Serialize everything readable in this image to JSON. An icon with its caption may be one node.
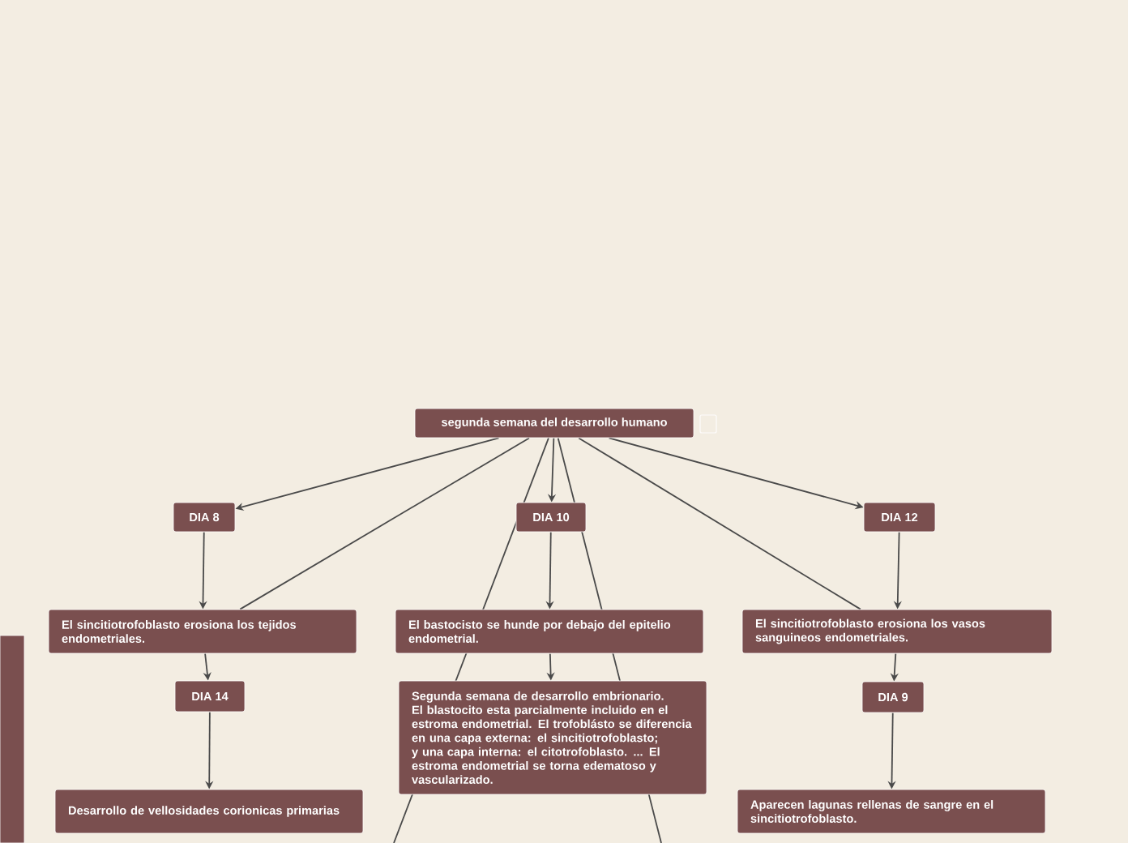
{
  "diagram": {
    "nodes": [
      {
        "text": [
          "segunda semana del desarrollo humano"
        ]
      },
      {
        "text": [
          "DIA 8"
        ]
      },
      {
        "text": [
          "DIA 10"
        ]
      },
      {
        "text": [
          "DIA 12"
        ]
      },
      {
        "text": [
          "El sincitiotrofoblasto erosiona los tejidos endometriales."
        ]
      },
      {
        "text": [
          "El bastocisto se hunde por debajo del epitelio endometrial."
        ]
      },
      {
        "text": [
          "El sincitiotrofoblasto erosiona los vasos sanguineos endometriales."
        ]
      },
      {
        "text": [
          "DIA 14"
        ]
      },
      {
        "text": [
          "Segunda semana de desarrollo embrionario. El blastocito esta parcialmente incluido en el estroma endometrial. El trofoblásto se diferencia en una capa externa: el sincitiotrofoblasto; y una capa interna: el citotrofoblasto. ... El estroma endometrial se torna edematoso y vascularizado."
        ]
      },
      {
        "text": [
          "DIA 9"
        ]
      },
      {
        "text": [
          "Desarrollo de vellosidades corionicas primarias"
        ]
      },
      {
        "text": [
          "Aparecen lagunas rellenas de sangre en el sincitiotrofoblasto."
        ]
      },
      {
        "text": [],
        "shape": "box"
      }
    ],
    "edges": [
      {
        "from": 0,
        "to": 1,
        "arrow": "to"
      },
      {
        "from": 0,
        "to": 2,
        "arrow": "to"
      },
      {
        "from": 0,
        "to": 3,
        "arrow": "to"
      },
      {
        "from": 0,
        "to": 4,
        "arrow": "none"
      },
      {
        "from": 0,
        "to": 6,
        "arrow": "none"
      },
      {
        "from": 4,
        "to": 7,
        "arrow": "to"
      },
      {
        "from": 6,
        "to": 9,
        "arrow": "to"
      },
      {
        "from": 1,
        "to": 4,
        "arrow": "to"
      },
      {
        "from": 2,
        "to": 5,
        "arrow": "to"
      },
      {
        "from": 3,
        "to": 6,
        "arrow": "to"
      },
      {
        "from": 5,
        "to": 8,
        "arrow": "to"
      },
      {
        "from": 7,
        "to": 10,
        "arrow": "to"
      },
      {
        "from": 9,
        "to": 11,
        "arrow": "to"
      },
      {
        "from": 0,
        "to": null,
        "arrow": "none"
      },
      {
        "from": 0,
        "to": null,
        "arrow": "none"
      }
    ]
  }
}
